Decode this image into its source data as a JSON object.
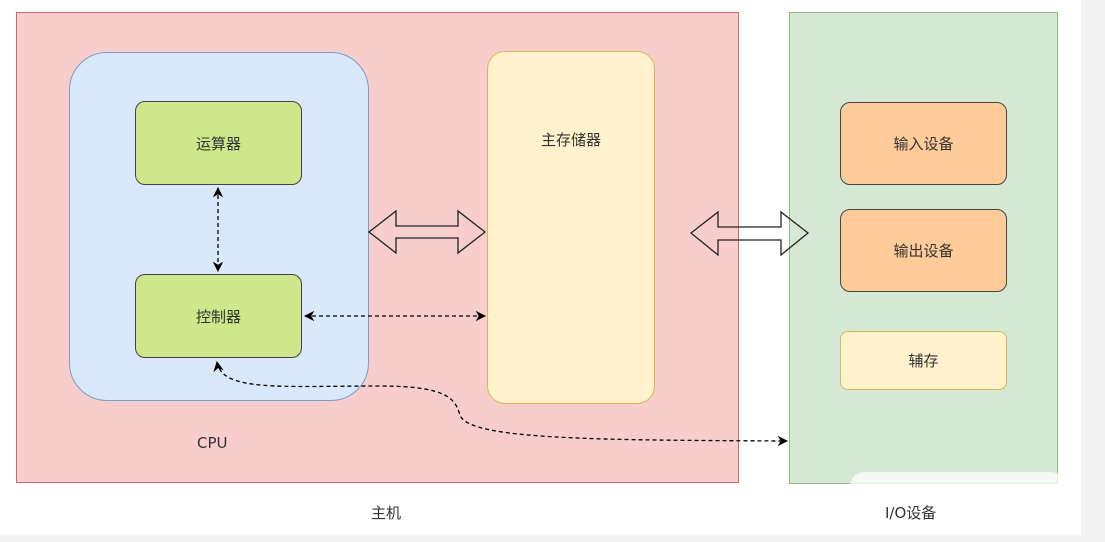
{
  "diagram": {
    "host": {
      "label": "主机"
    },
    "cpu": {
      "label": "CPU"
    },
    "alu": {
      "label": "运算器"
    },
    "controller": {
      "label": "控制器"
    },
    "main_memory": {
      "label": "主存储器"
    },
    "io": {
      "label": "I/O设备"
    },
    "input_device": {
      "label": "输入设备"
    },
    "output_device": {
      "label": "输出设备"
    },
    "aux_storage": {
      "label": "辅存"
    },
    "colors": {
      "host_fill": "#f8cecc",
      "io_fill": "#d5e8d4",
      "cpu_fill": "#dae8fc",
      "memory_fill": "#fff2cc",
      "unit_fill": "#cde78a",
      "device_fill": "#ffcc99"
    },
    "connections": [
      {
        "from": "alu",
        "to": "controller",
        "style": "dashed",
        "arrows": "both"
      },
      {
        "from": "controller",
        "to": "main_memory",
        "style": "dashed",
        "arrows": "both"
      },
      {
        "from": "cpu",
        "to": "main_memory",
        "style": "double-arrow",
        "arrows": "both"
      },
      {
        "from": "main_memory",
        "to": "io",
        "style": "double-arrow",
        "arrows": "both"
      },
      {
        "from": "controller",
        "to": "io",
        "style": "dashed-curve",
        "arrows": "both"
      }
    ]
  }
}
